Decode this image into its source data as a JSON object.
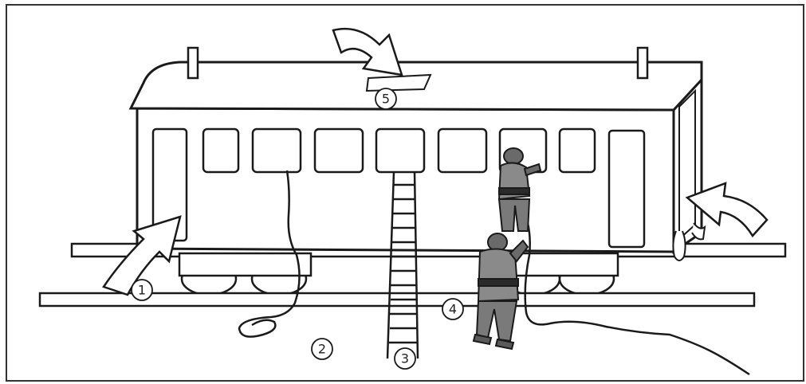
{
  "diagram": {
    "colors": {
      "line": "#1a1a1a",
      "fill": "#ffffff",
      "figure_dark": "#4a4a4a",
      "figure_mid": "#8a8a8a",
      "arrow_fill": "#ffffff"
    },
    "markers": [
      {
        "id": "1",
        "label": "1"
      },
      {
        "id": "2",
        "label": "2"
      },
      {
        "id": "3",
        "label": "3"
      },
      {
        "id": "4",
        "label": "4"
      },
      {
        "id": "5",
        "label": "5"
      }
    ]
  }
}
